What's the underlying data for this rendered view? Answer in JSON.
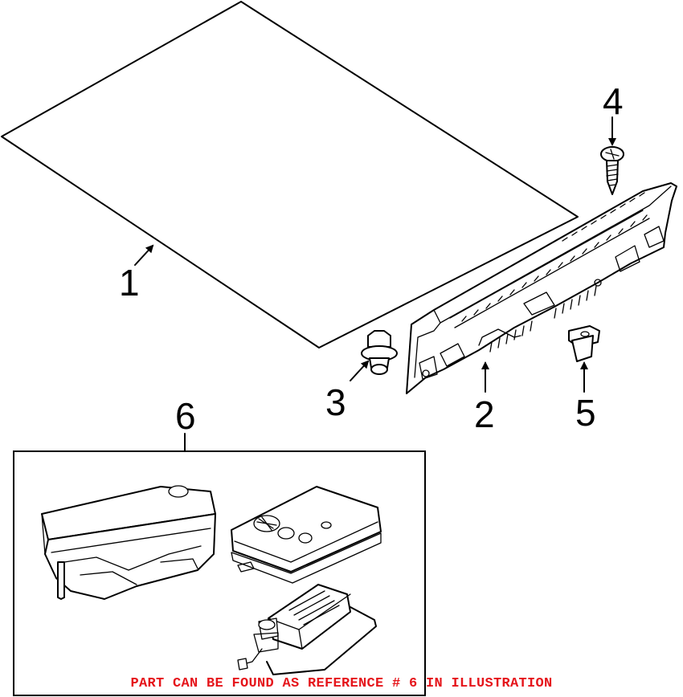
{
  "callouts": {
    "part_1": "1",
    "part_2": "2",
    "part_3": "3",
    "part_4": "4",
    "part_5": "5",
    "part_6": "6"
  },
  "footer": {
    "note": "PART CAN BE FOUND AS REFERENCE # 6 IN ILLUSTRATION",
    "note_color": "#e5151b"
  },
  "colors": {
    "line": "#000000",
    "background": "#ffffff"
  }
}
